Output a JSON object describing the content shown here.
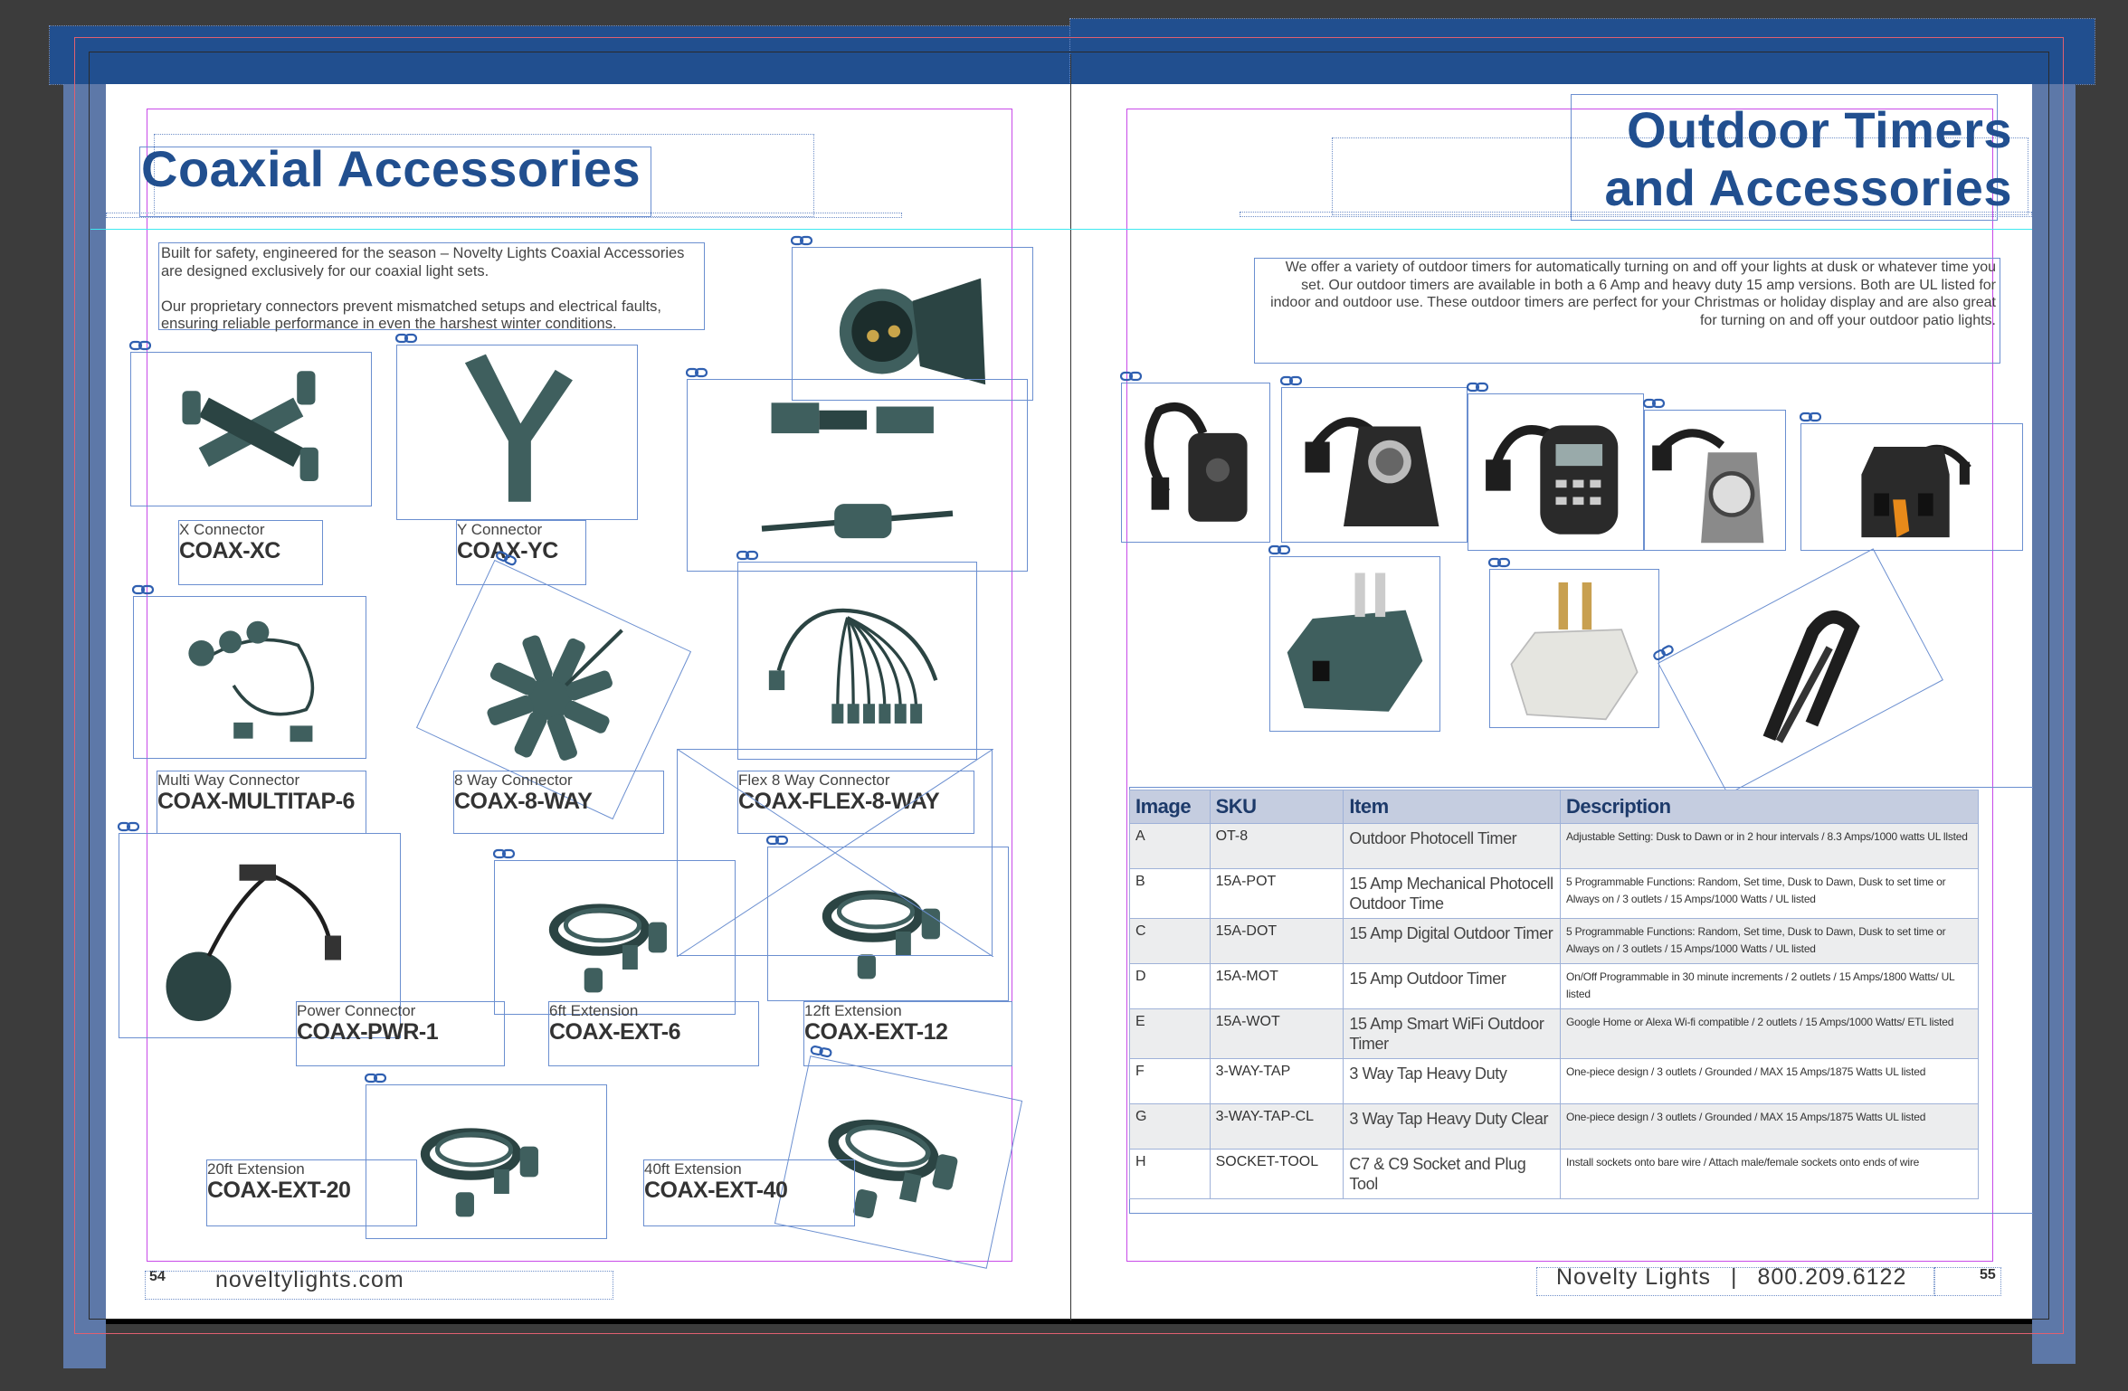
{
  "left_page": {
    "title": "Coaxial Accessories",
    "intro_p1": "Built for safety, engineered for the season – Novelty Lights Coaxial Accessories are designed exclusively for our coaxial light sets.",
    "intro_p2": "Our proprietary connectors prevent mismatched setups and electrical faults, ensuring reliable performance in even the harshest winter conditions.",
    "products": [
      {
        "label": "X Connector",
        "sku": "COAX-XC",
        "icon": "x-connector"
      },
      {
        "label": "Y Connector",
        "sku": "COAX-YC",
        "icon": "y-connector"
      },
      {
        "label": "Multi Way Connector",
        "sku": "COAX-MULTITAP-6",
        "icon": "multitap"
      },
      {
        "label": "8 Way Connector",
        "sku": "COAX-8-WAY",
        "icon": "eight-way"
      },
      {
        "label": "Flex 8 Way Connector",
        "sku": "COAX-FLEX-8-WAY",
        "icon": "flex"
      },
      {
        "label": "Power Connector",
        "sku": "COAX-PWR-1",
        "icon": "power"
      },
      {
        "label": "6ft Extension",
        "sku": "COAX-EXT-6",
        "icon": "coil"
      },
      {
        "label": "12ft Extension",
        "sku": "COAX-EXT-12",
        "icon": "coil"
      },
      {
        "label": "20ft Extension",
        "sku": "COAX-EXT-20",
        "icon": "coil"
      },
      {
        "label": "40ft Extension",
        "sku": "COAX-EXT-40",
        "icon": "coil"
      }
    ],
    "page_number": "54",
    "footer_url": "noveltylights.com"
  },
  "right_page": {
    "title_line1": "Outdoor Timers",
    "title_line2": "and Accessories",
    "intro": "We offer a variety of outdoor timers for automatically turning on and off your lights at dusk or whatever time you set.  Our outdoor timers are available in both a 6 Amp and heavy duty 15 amp versions. Both are UL listed for indoor and outdoor use. These outdoor timers are perfect for your Christmas or holiday display and are also great for turning on and off your outdoor patio lights.",
    "table": {
      "headers": [
        "Image",
        "SKU",
        "Item",
        "Description"
      ],
      "rows": [
        [
          "A",
          "OT-8",
          "Outdoor Photocell Timer",
          "Adjustable Setting: Dusk to Dawn or in 2 hour intervals / 8.3 Amps/1000 watts UL llsted"
        ],
        [
          "B",
          "15A-POT",
          "15 Amp Mechanical Photocell Outdoor Time",
          "5 Programmable Functions: Random, Set time, Dusk to Dawn, Dusk to set time or Always on / 3 outlets / 15 Amps/1000 Watts / UL listed"
        ],
        [
          "C",
          "15A-DOT",
          "15 Amp Digital Outdoor Timer",
          "5 Programmable Functions: Random, Set time, Dusk to Dawn, Dusk to set time or Always on / 3 outlets / 15 Amps/1000 Watts / UL listed"
        ],
        [
          "D",
          "15A-MOT",
          "15 Amp Outdoor Timer",
          "On/Off Programmable in 30 minute increments / 2 outlets / 15 Amps/1800 Watts/ UL listed"
        ],
        [
          "E",
          "15A-WOT",
          "15 Amp Smart WiFi Outdoor Timer",
          "Google Home or Alexa Wi-fi compatible / 2 outlets / 15 Amps/1000 Watts/ ETL listed"
        ],
        [
          "F",
          "3-WAY-TAP",
          "3 Way Tap Heavy Duty",
          "One-piece design / 3 outlets / Grounded / MAX 15 Amps/1875 Watts UL listed"
        ],
        [
          "G",
          "3-WAY-TAP-CL",
          "3 Way Tap Heavy Duty Clear",
          "One-piece design / 3 outlets / Grounded / MAX 15 Amps/1875 Watts UL listed"
        ],
        [
          "H",
          "SOCKET-TOOL",
          "C7 & C9 Socket and Plug Tool",
          "Install sockets onto bare wire / Attach male/female sockets onto ends of wire"
        ]
      ]
    },
    "images": [
      "photocell-timer",
      "mechanical-timer",
      "digital-timer",
      "outdoor-timer",
      "smart-timer",
      "three-way-tap",
      "three-way-tap-clear",
      "socket-tool"
    ],
    "footer_brand": "Novelty Lights",
    "footer_sep": "|",
    "footer_phone": "800.209.6122",
    "page_number": "55"
  },
  "colors": {
    "title": "#214f8f",
    "bar": "#214f8f",
    "bleed": "#5d78a8",
    "frame": "#6b8fd0",
    "table_header": "#c5cde0"
  }
}
